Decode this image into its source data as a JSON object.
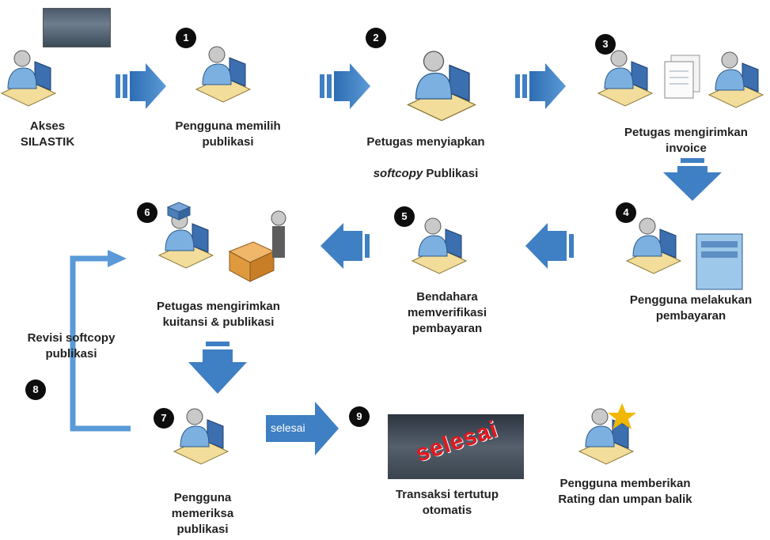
{
  "steps": {
    "akses": "Akses\nSILASTIK",
    "s1": {
      "num": "1",
      "label": "Pengguna memilih\npublikasi"
    },
    "s2": {
      "num": "2",
      "label_a": "Petugas menyiapkan",
      "label_b_italic": "softcopy",
      "label_b_rest": " Publikasi"
    },
    "s3": {
      "num": "3",
      "label": "Petugas mengirimkan\ninvoice"
    },
    "s4": {
      "num": "4",
      "label": "Pengguna melakukan\npembayaran"
    },
    "s5": {
      "num": "5",
      "label": "Bendahara\nmemverifikasi\npembayaran"
    },
    "s6": {
      "num": "6",
      "label": "Petugas mengirimkan\nkuitansi & publikasi"
    },
    "s7": {
      "num": "7",
      "label": "Pengguna\nmemeriksa\npublikasi"
    },
    "s8": {
      "num": "8",
      "label": "Revisi softcopy\npublikasi"
    },
    "s9": {
      "num": "9",
      "label": "Transaksi tertutup\notomatis"
    },
    "rating": "Pengguna memberikan\nRating dan umpan balik"
  },
  "arrow_selesai": "selesai",
  "stamp_text": "selesai",
  "colors": {
    "arrow": "#3f7fc3",
    "badge": "#0d0d0d",
    "star": "#f2b705",
    "stamp": "#e0191f"
  },
  "icons": [
    "computer-user-icon",
    "document-icon",
    "server-icon",
    "box-icon",
    "star-icon"
  ]
}
